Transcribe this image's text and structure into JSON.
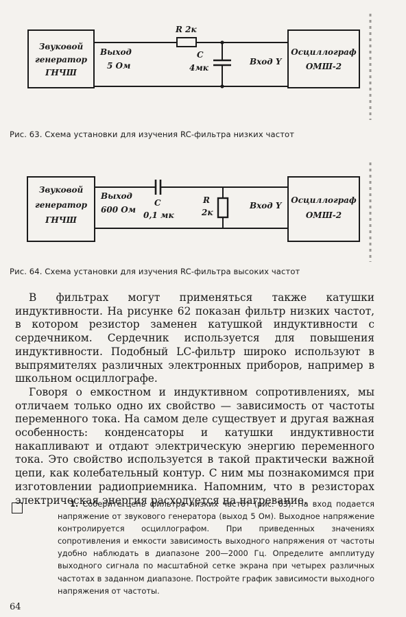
{
  "figure_63": {
    "generator_label": [
      "Звуковой",
      "генератор",
      "ГНЧШ"
    ],
    "output_label": [
      "Выход",
      "5 Ом"
    ],
    "resistor_label": "R 2к",
    "capacitor_label": [
      "С",
      "4мк"
    ],
    "input_label": "Вход Y",
    "oscilloscope_label": [
      "Осциллограф",
      "ОМШ-2"
    ],
    "caption": "Рис. 63. Схема установки для изучения RC-фильтра низких частот"
  },
  "figure_64": {
    "generator_label": [
      "Звуковой",
      "генератор",
      "ГНЧШ"
    ],
    "output_label": [
      "Выход",
      "600 Ом"
    ],
    "capacitor_label": [
      "С",
      "0,1 мк"
    ],
    "resistor_label": [
      "R",
      "2к"
    ],
    "input_label": "Вход Y",
    "oscilloscope_label": [
      "Осциллограф",
      "ОМШ-2"
    ],
    "caption": "Рис. 64. Схема установки для изучения RC-фильтра высоких частот"
  },
  "paragraphs": [
    "В фильтрах могут применяться также катушки индуктивности. На рисунке 62 показан фильтр низких частот, в котором резистор заменен катушкой индуктивности с сердечником. Сердечник используется для повышения индуктивности. Подобный LC-фильтр широко используют в выпрямителях различных электронных приборов, например в школьном осциллографе.",
    "Говоря о емкостном и индуктивном сопротивлениях, мы отличаем только одно их свойство — зависимость от частоты переменного тока. На самом деле существует и другая важная особенность: конденсаторы и катушки индуктивности накапливают и отдают электрическую энергию переменного тока. Это свойство используется в такой практически важной цепи, как колебательный контур. С ним мы познакомимся при изготовлении радиоприемника. Напомним, что в резисторах электрическая энергия расходуется на нагревание."
  ],
  "task": {
    "number": "1.",
    "text": "Соберите цепь фильтра низких частот (рис. 63). На вход подается напряжение от звукового генератора (выход 5 Ом). Выходное напряжение контролируется осциллографом. При приведенных значениях сопротивления и емкости зависимость выходного напряжения от частоты удобно наблюдать в диапазоне 200—2000 Гц. Определите амплитуду выходного сигнала по масштабной сетке экрана при четырех различных частотах в заданном диапазоне. Постройте график зависимости выходного напряжения от частоты."
  },
  "page_number": "64"
}
